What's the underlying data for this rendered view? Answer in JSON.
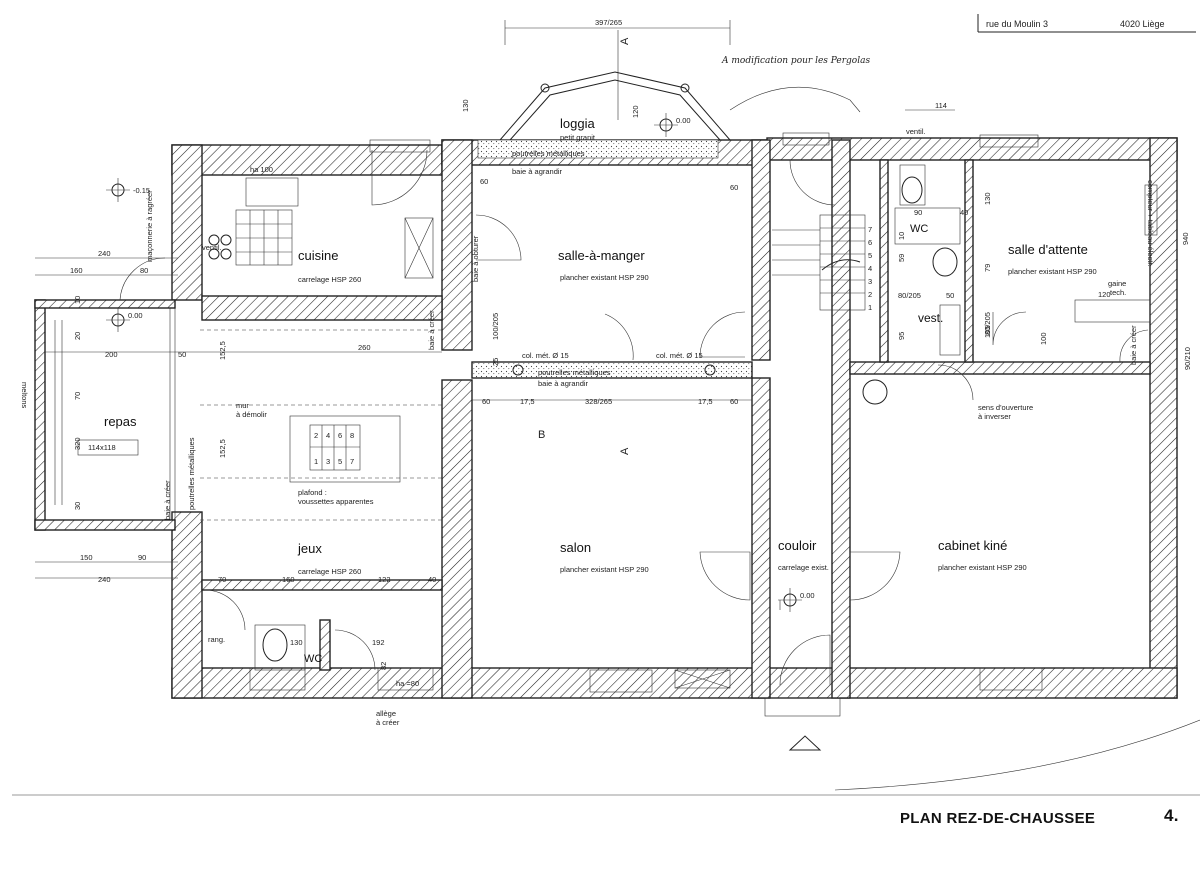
{
  "header": {
    "address": "rue du Moulin 3",
    "city": "4020 Liège",
    "annotation": "A modification pour les Pergolas"
  },
  "footer": {
    "title": "PLAN REZ-DE-CHAUSSEE",
    "page": "4."
  },
  "rooms": {
    "loggia": {
      "name": "loggia",
      "sub1": "petit granit",
      "sub2": "poutrelles métalliques",
      "sub3": "baie à agrandir"
    },
    "cuisine": {
      "name": "cuisine",
      "sub": "carrelage HSP 260"
    },
    "salle_a_manger": {
      "name": "salle-à-manger",
      "sub": "plancher existant HSP 290"
    },
    "salle_attente": {
      "name": "salle d'attente",
      "sub": "plancher existant HSP 290"
    },
    "repas": {
      "name": "repas",
      "sub": "114x118"
    },
    "jeux": {
      "name": "jeux",
      "sub": "carrelage HSP 260"
    },
    "salon": {
      "name": "salon",
      "sub": "plancher existant HSP 290"
    },
    "couloir": {
      "name": "couloir",
      "sub": "carrelage exist."
    },
    "cabinet": {
      "name": "cabinet kiné",
      "sub": "plancher existant HSP 290"
    },
    "wc_top": {
      "name": "WC"
    },
    "wc_bottom": {
      "name": "WC"
    },
    "vest": {
      "name": "vest."
    }
  },
  "notes": {
    "plafond1": "plafond :",
    "plafond2": "voussettes apparentes",
    "mur1": "mur",
    "mur2": "à démolir",
    "col1": "col. mét. Ø 15",
    "col2": "col. mét. Ø 15",
    "poutrelles": "poutrelles métalliques",
    "baie_agrandir": "baie à agrandir",
    "sens1": "sens d'ouverture",
    "sens2": "à inverser",
    "allege1": "allège",
    "allege2": "à créer",
    "ventil_top": "ventil.",
    "ventil_k": "ventil.",
    "gaine1": "gaine",
    "gaine2": "tech.",
    "compteur": "compteur + tableau électr.",
    "maconnerie": "maçonnerie à ragréer",
    "baie_obturer": "baie à obturer",
    "baie_creer_l": "baie à créer",
    "baie_creer_m": "baie à créer",
    "baie_creer_r": "baie à créer",
    "poutrelles_v": "poutrelles métalliques",
    "ha100": "ha 100",
    "ha80": "ha =80",
    "rang": "rang.",
    "meltons": "meltons"
  },
  "levels": {
    "lv_neg": "-0.15",
    "lv_repas": "0.00",
    "lv_loggia": "0.00",
    "lv_couloir": "0.00"
  },
  "section_marks": {
    "a_top": "A",
    "a_bottom": "A",
    "b": "B"
  },
  "dims": {
    "d397": "397/265",
    "d328": "328/265",
    "d130_loggia": "130",
    "d120_loggia": "120",
    "d114": "114",
    "d240_top": "240",
    "d160": "160",
    "d80": "80",
    "d200": "200",
    "d50": "50",
    "d260": "260",
    "d60_a": "60",
    "d60_b": "60",
    "d60_c": "60",
    "d60_d": "60",
    "d17_5a": "17,5",
    "d17_5b": "17,5",
    "d152_5a": "152,5",
    "d152_5b": "152,5",
    "d100_205": "100/205",
    "d25": "25",
    "d320": "320",
    "d70": "70",
    "d20": "20",
    "d10": "10",
    "d30": "30",
    "d150": "150",
    "d90": "90",
    "d240_bot": "240",
    "d70b": "70",
    "d160b": "160",
    "d122": "122",
    "d40": "40",
    "d130_wc": "130",
    "d192": "192",
    "d82": "82",
    "d940": "940",
    "d90_210": "90/210",
    "d80_205a": "80/205",
    "d80_205b": "80/205",
    "d120r": "120",
    "d50r": "50",
    "d130r": "130",
    "d79": "79",
    "d105": "105",
    "d100": "100",
    "d95": "95",
    "d90r": "90",
    "d40r": "40",
    "d10r": "10",
    "d59": "59",
    "d_stairs_numbers": [
      "1",
      "2",
      "3",
      "4",
      "5",
      "6",
      "7"
    ],
    "d_small_steps": [
      "2",
      "4",
      "6",
      "8",
      "1",
      "3",
      "5",
      "7"
    ]
  }
}
